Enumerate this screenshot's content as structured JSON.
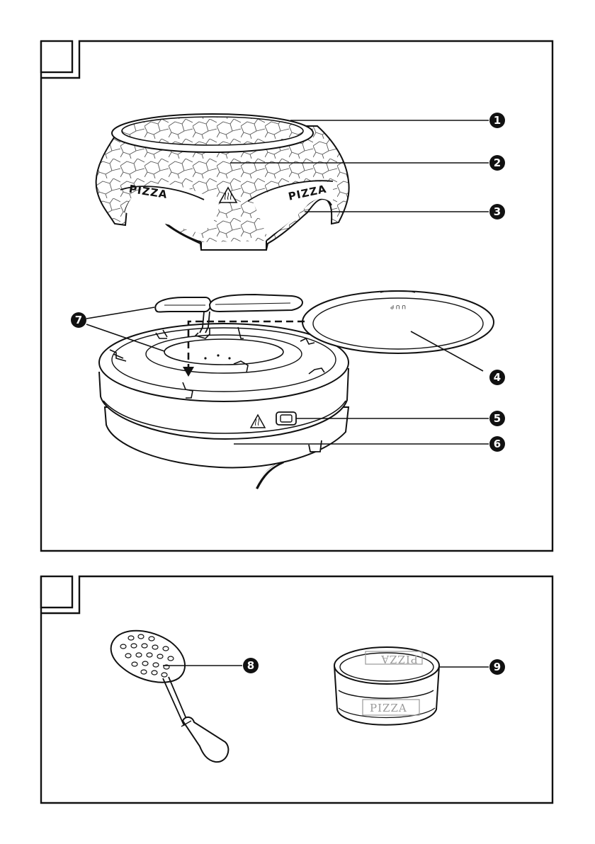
{
  "panels": [
    {
      "id": "panel-1",
      "number_box": ""
    },
    {
      "id": "panel-2",
      "number_box": ""
    }
  ],
  "dome": {
    "label_left": "PIZZA",
    "label_right": "PIZZA"
  },
  "pizza_stone": {
    "marking": "ᑌ ᑌ ᑭ"
  },
  "ring": {
    "label_front": "PIZZA",
    "label_back": "PIZZA"
  },
  "callouts": [
    {
      "num": "1",
      "part": "dome-top-plate"
    },
    {
      "num": "2",
      "part": "dome"
    },
    {
      "num": "3",
      "part": "dome-arch"
    },
    {
      "num": "4",
      "part": "pizza-stone"
    },
    {
      "num": "5",
      "part": "switch"
    },
    {
      "num": "6",
      "part": "base"
    },
    {
      "num": "7",
      "part": "heating-element"
    },
    {
      "num": "8",
      "part": "pizza-spatula"
    },
    {
      "num": "9",
      "part": "ring"
    }
  ],
  "colors": {
    "line": "#111111",
    "fill": "#ffffff",
    "badge": "#111111",
    "muted": "#9a9a9a"
  }
}
